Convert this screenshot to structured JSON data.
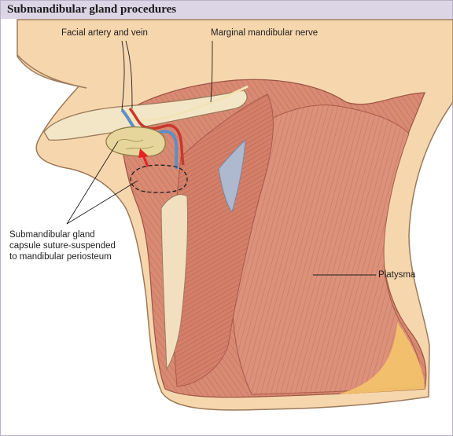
{
  "title": "Submandibular gland procedures",
  "labels": {
    "facial_vessels": "Facial artery and vein",
    "marginal_nerve": "Marginal mandibular nerve",
    "gland_line1": "Submandibular gland",
    "gland_line2": "capsule suture-suspended",
    "gland_line3": "to mandibular periosteum",
    "platysma": "Platysma"
  },
  "colors": {
    "skin": "#f6d7ad",
    "skin_outline": "#9c7a5a",
    "muscle": "#d88a72",
    "muscle_dark": "#b9614d",
    "fat_border": "#f4c46a",
    "bone": "#f3e6c6",
    "gland": "#e6d69c",
    "artery": "#c9372c",
    "vein": "#5d8fc6",
    "arrow": "#e52224",
    "title_bg": "#dcd5e6"
  }
}
